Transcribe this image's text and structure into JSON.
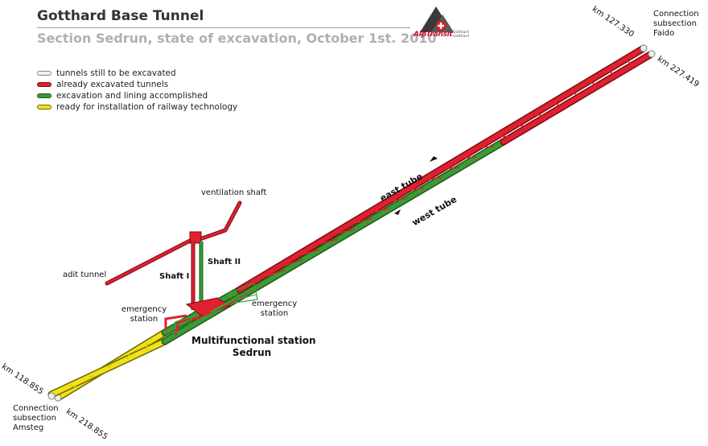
{
  "header": {
    "title": "Gotthard Base Tunnel",
    "subtitle": "Section Sedrun, state of excavation, October 1st. 2010"
  },
  "logo": {
    "name": "AlpTransit",
    "tagline": "Gotthard Gotthard"
  },
  "legend": [
    {
      "label": "tunnels still to be excavated",
      "color": "#efefef"
    },
    {
      "label": "already excavated tunnels",
      "color": "#e0202e"
    },
    {
      "label": "excavation and lining accomplished",
      "color": "#3a9b35"
    },
    {
      "label": "ready for installation of railway technology",
      "color": "#f2e01b"
    }
  ],
  "labels": {
    "ventilation_shaft": "ventilation shaft",
    "shaft_1": "Shaft I",
    "shaft_2": "Shaft II",
    "adit_tunnel": "adit tunnel",
    "emergency_station_west_1": "emergency",
    "emergency_station_west_2": "station",
    "emergency_station_east_1": "emergency",
    "emergency_station_east_2": "station",
    "multifunctional_1": "Multifunctional station",
    "multifunctional_2": "Sedrun",
    "east_tube": "east tube",
    "west_tube": "west tube",
    "connection_faido_1": "Connection",
    "connection_faido_2": "subsection",
    "connection_faido_3": "Faido",
    "connection_amsteg_1": "Connection",
    "connection_amsteg_2": "subsection",
    "connection_amsteg_3": "Amsteg",
    "km_top_1": "km 127.330",
    "km_top_2": "km 227.419",
    "km_bottom_1": "km 118.855",
    "km_bottom_2": "km 218.855"
  }
}
